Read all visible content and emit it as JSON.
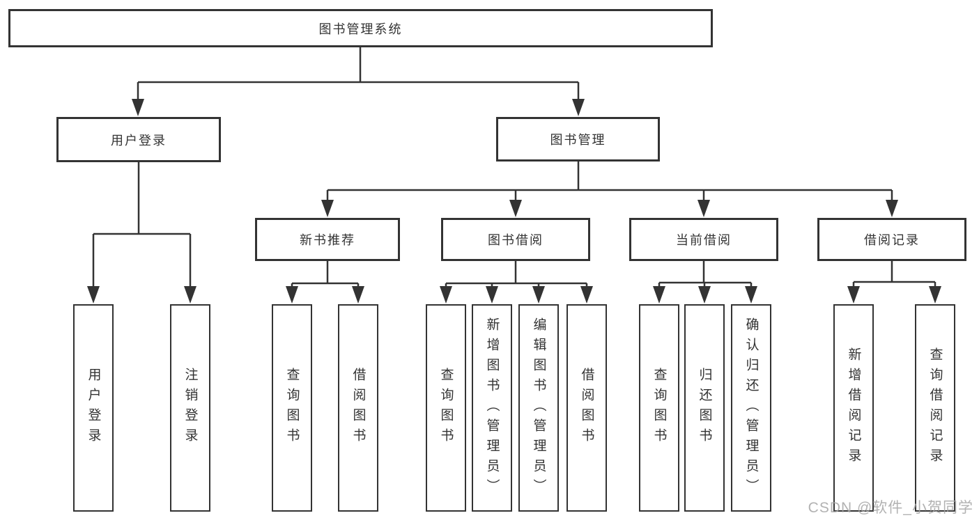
{
  "colors": {
    "line": "#333333",
    "box_border": "#333333",
    "text": "#333333",
    "watermark": "#a5a5a5",
    "background": "#ffffff"
  },
  "watermark": {
    "text": "CSDN @软件_小贺同学"
  },
  "tree": {
    "root": "图书管理系统",
    "children": [
      {
        "label": "用户登录",
        "children": [
          "用户登录",
          "注销登录"
        ]
      },
      {
        "label": "图书管理",
        "children": [
          {
            "label": "新书推荐",
            "children": [
              "查询图书",
              "借阅图书"
            ]
          },
          {
            "label": "图书借阅",
            "children": [
              "查询图书",
              "新增图书（管理员）",
              "编辑图书（管理员）",
              "借阅图书"
            ]
          },
          {
            "label": "当前借阅",
            "children": [
              "查询图书",
              "归还图书",
              "确认归还（管理员）"
            ]
          },
          {
            "label": "借阅记录",
            "children": [
              "新增借阅记录",
              "查询借阅记录"
            ]
          }
        ]
      }
    ]
  }
}
